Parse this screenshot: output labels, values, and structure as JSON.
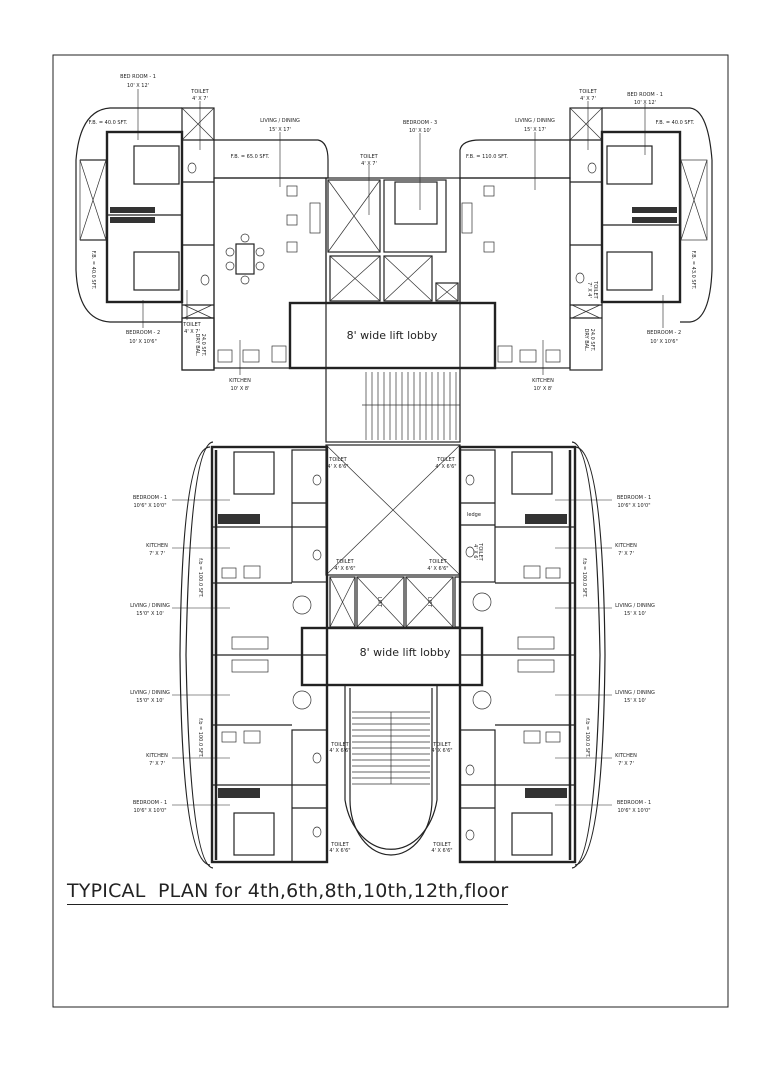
{
  "title": "TYPICAL  PLAN for 4th,6th,8th,10th,12th,floor",
  "top_plan": {
    "lift_lobby": "8' wide lift lobby",
    "left_unit": {
      "bedroom1": {
        "name": "BED ROOM - 1",
        "size": "10' X 12'"
      },
      "toilet1": {
        "name": "TOILET",
        "size": "4' X 7'"
      },
      "fb_top": "F.B. = 40.0 SFT.",
      "living": {
        "name": "LIVING / DINING",
        "size": "15' X 17'"
      },
      "fb_front": "F.B. = 65.0 SFT.",
      "fb_side": "F.B. = 40.0 SFT.",
      "bedroom2": {
        "name": "BEDROOM - 2",
        "size": "10' X 10'6\""
      },
      "toilet2": {
        "name": "TOILET",
        "size": "4' X 7'"
      },
      "dry_bal": {
        "area": "24.0 SFT.",
        "name": "DRY BAL."
      },
      "kitchen": {
        "name": "KITCHEN",
        "size": "10' X 8'"
      }
    },
    "core_toilet": {
      "name": "TOILET",
      "size": "4' X 7'"
    },
    "right_unit": {
      "bedroom3": {
        "name": "BEDROOM - 3",
        "size": "10' X 10'"
      },
      "living": {
        "name": "LIVING / DINING",
        "size": "15' X 17'"
      },
      "fb_front": "F.B. = 110.0 SFT.",
      "toilet1": {
        "name": "TOILET",
        "size": "4' X 7'"
      },
      "bedroom1": {
        "name": "BED ROOM - 1",
        "size": "10' X 12'"
      },
      "fb_top": "F.B. = 40.0 SFT.",
      "fb_side": "F.B. = 43.0 SFT.",
      "toilet2": {
        "name": "TOILET",
        "size": "7' X 4'"
      },
      "bedroom2": {
        "name": "BEDROOM - 2",
        "size": "10' X 10'6\""
      },
      "dry_bal": {
        "area": "24.0 SFT.",
        "name": "DRY BAL."
      },
      "kitchen": {
        "name": "KITCHEN",
        "size": "10' X 8'"
      }
    }
  },
  "bottom_plan": {
    "lift_lobby": "8' wide lift lobby",
    "lift_label": "LIFT",
    "ledge": "ledge",
    "left": {
      "toilet_a": {
        "name": "TOILET",
        "size": "4' X 6'6\""
      },
      "bedroom_a": {
        "name": "BEDROOM - 1",
        "size": "10'6\" X 10'0\""
      },
      "kitchen_a": {
        "name": "KITCHEN",
        "size": "7' X 7'"
      },
      "toilet_b": {
        "name": "TOILET",
        "size": "4' X 6'6\""
      },
      "fb_a": "f.b = 100.0 SFT.",
      "living_a": {
        "name": "LIVING / DINING",
        "size": "15'0\" X 10'"
      },
      "living_b": {
        "name": "LIVING / DINING",
        "size": "15'0\" X 10'"
      },
      "fb_b": "f.b = 100.0 SFT.",
      "toilet_c": {
        "name": "TOILET",
        "size": "4' X 6'6\""
      },
      "kitchen_b": {
        "name": "KITCHEN",
        "size": "7' X 7'"
      },
      "bedroom_b": {
        "name": "BEDROOM - 1",
        "size": "10'6\" X 10'0\""
      },
      "toilet_d": {
        "name": "TOILET",
        "size": "4' X 6'6\""
      }
    },
    "right": {
      "toilet_a": {
        "name": "TOILET",
        "size": "4' X 6'6\""
      },
      "bedroom_a": {
        "name": "BEDROOM - 1",
        "size": "10'6\" X 10'0\""
      },
      "kitchen_a": {
        "name": "KITCHEN",
        "size": "7' X 7'"
      },
      "toilet_b": {
        "name": "TOILET",
        "size": "4' X 6'6\""
      },
      "toilet_v": {
        "name": "TOILET",
        "size": "4' X 6'"
      },
      "fb_a": "f.b = 100.0 SFT.",
      "living_a": {
        "name": "LIVING / DINING",
        "size": "15' X 10'"
      },
      "living_b": {
        "name": "LIVING / DINING",
        "size": "15' X 10'"
      },
      "fb_b": "f.b = 100.0 SFT.",
      "toilet_c": {
        "name": "TOILET",
        "size": "4' X 6'6\""
      },
      "kitchen_b": {
        "name": "KITCHEN",
        "size": "7' X 7'"
      },
      "bedroom_b": {
        "name": "BEDROOM - 1",
        "size": "10'6\" X 10'0\""
      },
      "toilet_d": {
        "name": "TOILET",
        "size": "4' X 6'6\""
      }
    }
  }
}
